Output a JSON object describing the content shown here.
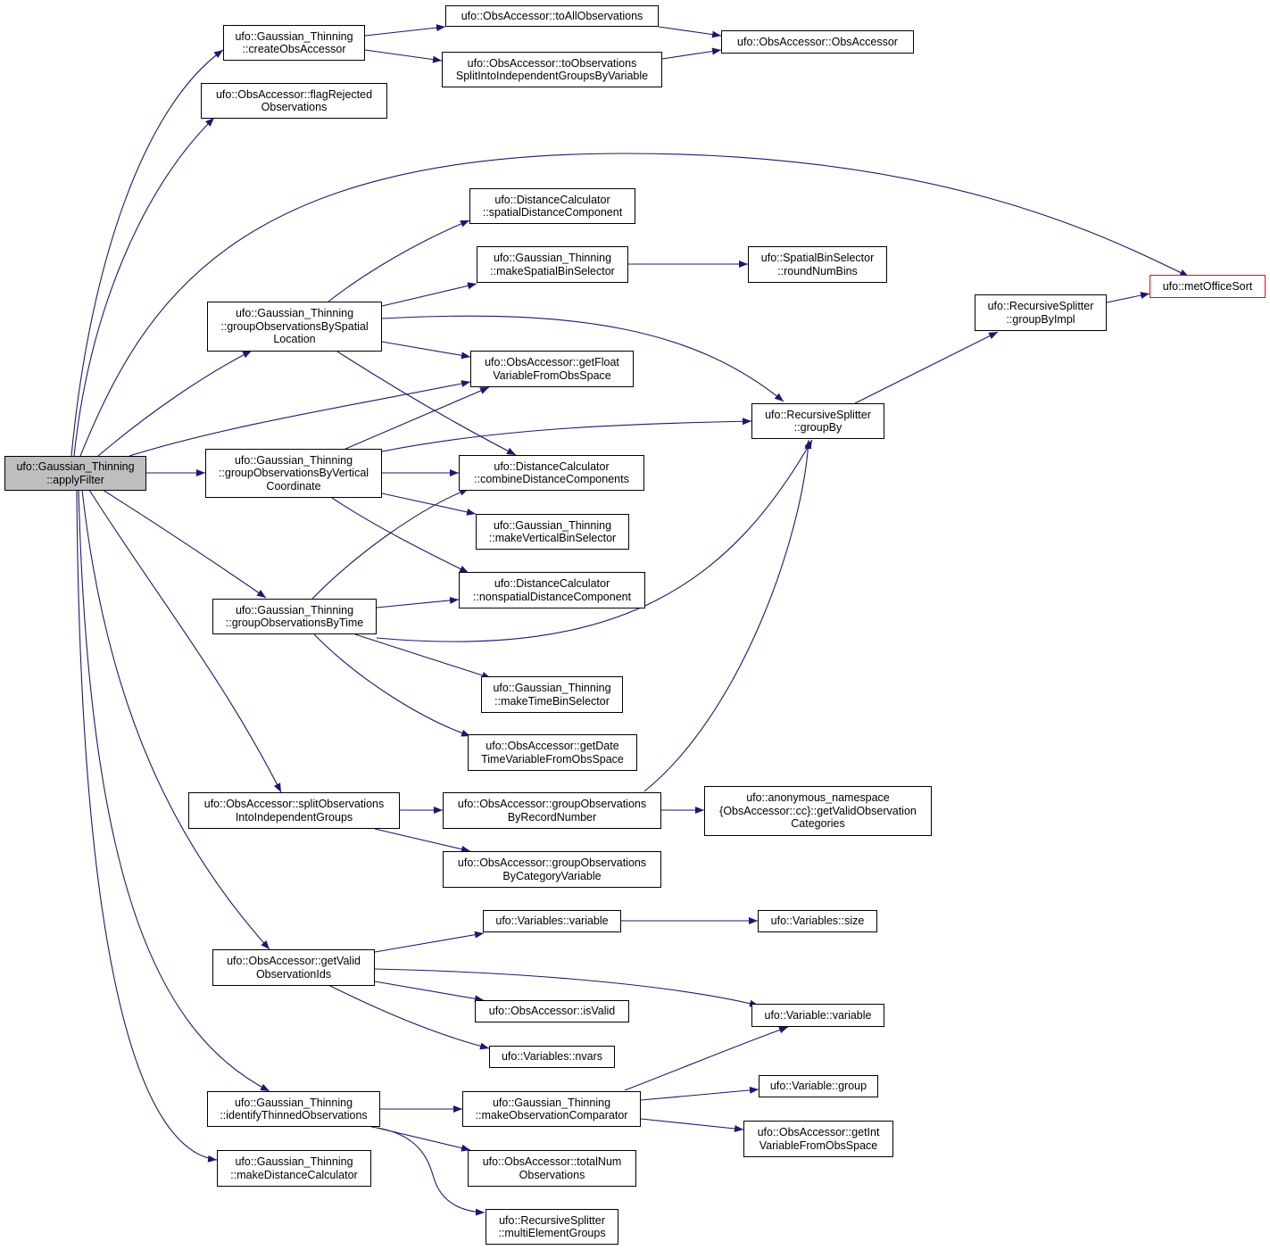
{
  "colors": {
    "edge": "#191970",
    "root_fill": "#bfbfbf",
    "border": "#000000",
    "truncated_border": "#ff0000"
  },
  "nodes": {
    "apply_filter": [
      "ufo::Gaussian_Thinning",
      "::applyFilter"
    ],
    "create_obs_accessor": [
      "ufo::Gaussian_Thinning",
      "::createObsAccessor"
    ],
    "to_all_observations": [
      "ufo::ObsAccessor::toAllObservations"
    ],
    "obs_accessor_ctor": [
      "ufo::ObsAccessor::ObsAccessor"
    ],
    "to_observations_split": [
      "ufo::ObsAccessor::toObservations",
      "SplitIntoIndependentGroupsByVariable"
    ],
    "flag_rejected": [
      "ufo::ObsAccessor::flagRejected",
      "Observations"
    ],
    "met_office_sort": [
      "ufo::metOfficeSort"
    ],
    "spatial_distance_component": [
      "ufo::DistanceCalculator",
      "::spatialDistanceComponent"
    ],
    "make_spatial_bin_selector": [
      "ufo::Gaussian_Thinning",
      "::makeSpatialBinSelector"
    ],
    "round_num_bins": [
      "ufo::SpatialBinSelector",
      "::roundNumBins"
    ],
    "group_by_spatial_location": [
      "ufo::Gaussian_Thinning",
      "::groupObservationsBySpatial",
      "Location"
    ],
    "group_by_impl": [
      "ufo::RecursiveSplitter",
      "::groupByImpl"
    ],
    "get_float_variable": [
      "ufo::ObsAccessor::getFloat",
      "VariableFromObsSpace"
    ],
    "group_by": [
      "ufo::RecursiveSplitter",
      "::groupBy"
    ],
    "group_by_vertical": [
      "ufo::Gaussian_Thinning",
      "::groupObservationsByVertical",
      "Coordinate"
    ],
    "combine_distance_components": [
      "ufo::DistanceCalculator",
      "::combineDistanceComponents"
    ],
    "make_vertical_bin_selector": [
      "ufo::Gaussian_Thinning",
      "::makeVerticalBinSelector"
    ],
    "nonspatial_distance_component": [
      "ufo::DistanceCalculator",
      "::nonspatialDistanceComponent"
    ],
    "group_by_time": [
      "ufo::Gaussian_Thinning",
      "::groupObservationsByTime"
    ],
    "make_time_bin_selector": [
      "ufo::Gaussian_Thinning",
      "::makeTimeBinSelector"
    ],
    "get_datetime_variable": [
      "ufo::ObsAccessor::getDate",
      "TimeVariableFromObsSpace"
    ],
    "split_observations": [
      "ufo::ObsAccessor::splitObservations",
      "IntoIndependentGroups"
    ],
    "group_by_record_number": [
      "ufo::ObsAccessor::groupObservations",
      "ByRecordNumber"
    ],
    "get_valid_observation_categories": [
      "ufo::anonymous_namespace",
      "{ObsAccessor::cc}::getValidObservation",
      "Categories"
    ],
    "group_by_category_variable": [
      "ufo::ObsAccessor::groupObservations",
      "ByCategoryVariable"
    ],
    "variables_variable": [
      "ufo::Variables::variable"
    ],
    "variables_size": [
      "ufo::Variables::size"
    ],
    "get_valid_observation_ids": [
      "ufo::ObsAccessor::getValid",
      "ObservationIds"
    ],
    "is_valid": [
      "ufo::ObsAccessor::isValid"
    ],
    "variable_variable": [
      "ufo::Variable::variable"
    ],
    "variables_nvars": [
      "ufo::Variables::nvars"
    ],
    "variable_group": [
      "ufo::Variable::group"
    ],
    "identify_thinned": [
      "ufo::Gaussian_Thinning",
      "::identifyThinnedObservations"
    ],
    "make_observation_comparator": [
      "ufo::Gaussian_Thinning",
      "::makeObservationComparator"
    ],
    "get_int_variable": [
      "ufo::ObsAccessor::getInt",
      "VariableFromObsSpace"
    ],
    "total_num_observations": [
      "ufo::ObsAccessor::totalNum",
      "Observations"
    ],
    "make_distance_calculator": [
      "ufo::Gaussian_Thinning",
      "::makeDistanceCalculator"
    ],
    "multi_element_groups": [
      "ufo::RecursiveSplitter",
      "::multiElementGroups"
    ]
  }
}
